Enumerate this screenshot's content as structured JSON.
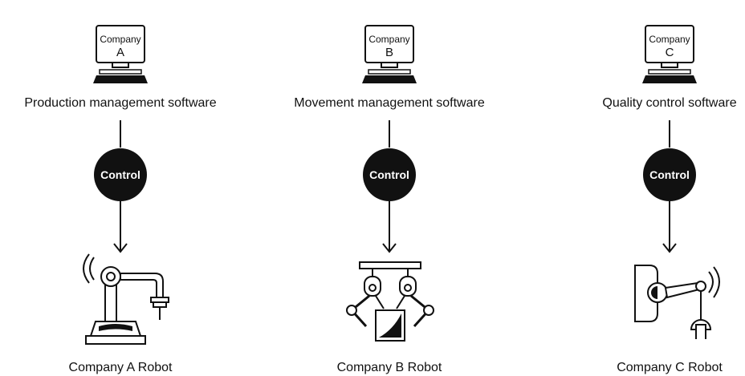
{
  "columns": [
    {
      "id": "a",
      "monitor": {
        "line1": "Company",
        "line2": "A"
      },
      "software": "Production management software",
      "control": "Control",
      "robot": "Company A Robot",
      "robot_icon": "robot-arm-icon"
    },
    {
      "id": "b",
      "monitor": {
        "line1": "Company",
        "line2": "B"
      },
      "software": "Movement management software",
      "control": "Control",
      "robot": "Company B Robot",
      "robot_icon": "gantry-gripper-robot-icon"
    },
    {
      "id": "c",
      "monitor": {
        "line1": "Company",
        "line2": "C"
      },
      "software": "Quality control software",
      "control": "Control",
      "robot": "Company C Robot",
      "robot_icon": "wall-mounted-gripper-robot-icon"
    }
  ],
  "colors": {
    "ink": "#111111",
    "background": "#ffffff"
  }
}
